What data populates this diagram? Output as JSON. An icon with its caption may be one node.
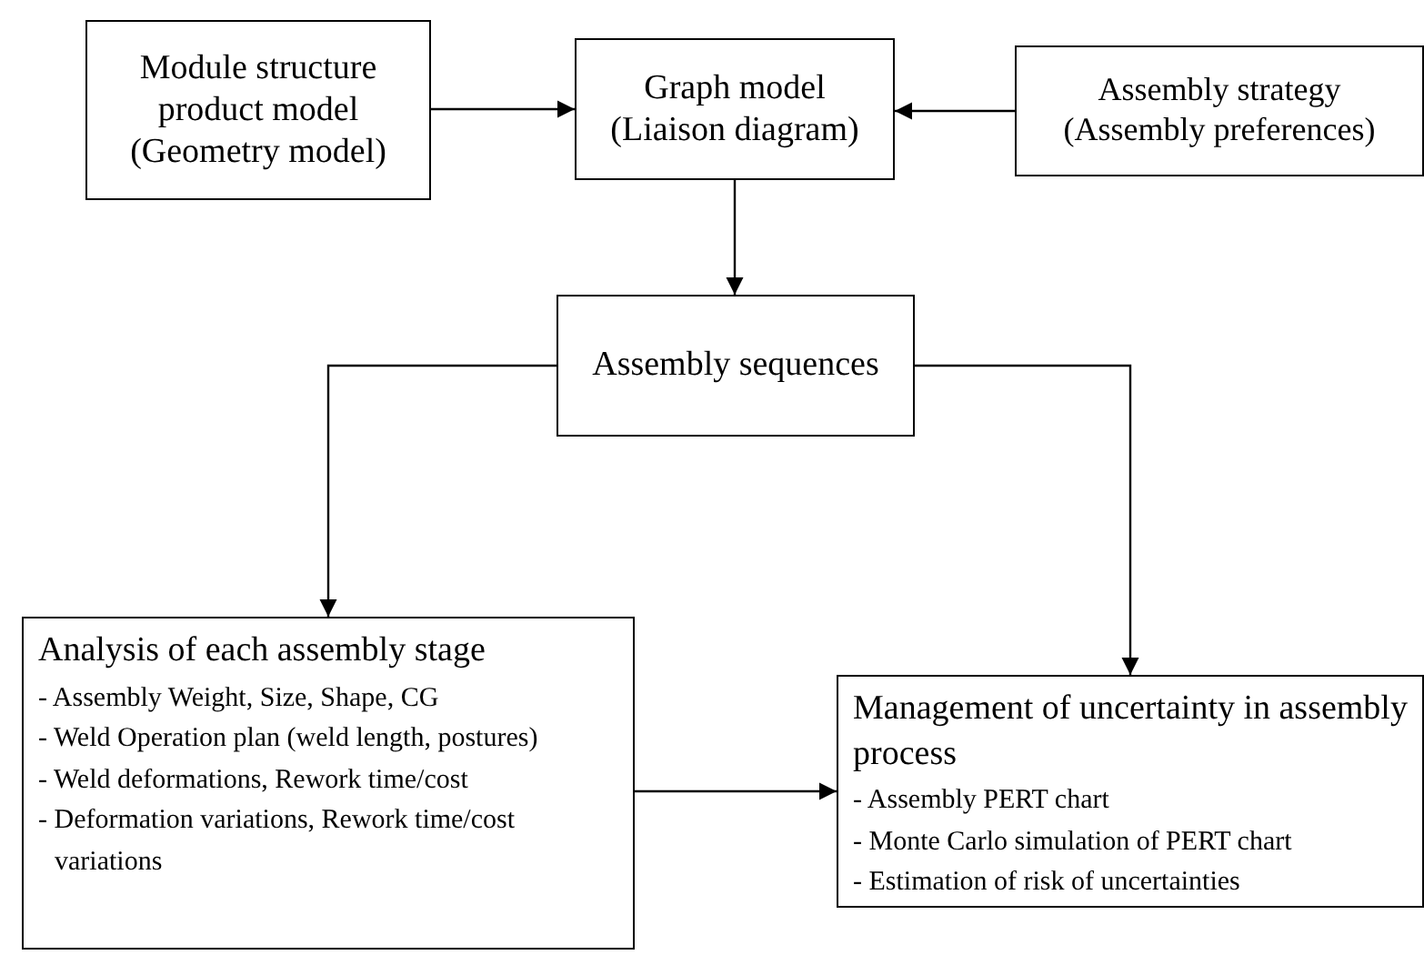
{
  "diagram": {
    "nodes": [
      {
        "text": [
          "Module structure product model (Geometry model)"
        ]
      },
      {
        "text": [
          "Graph model (Liaison diagram)"
        ]
      },
      {
        "text": [
          "Assembly strategy (Assembly preferences)"
        ]
      },
      {
        "text": [
          "Assembly sequences"
        ]
      },
      {
        "text": [
          "Analysis of each assembly stage",
          "- Assembly Weight, Size, Shape, CG",
          "- Weld Operation plan (weld length, postures)",
          "- Weld deformations, Rework time/cost",
          "- Deformation variations, Rework time/cost variations"
        ]
      },
      {
        "text": [
          "Management of uncertainty in assembly process",
          "- Assembly PERT chart",
          "- Monte Carlo simulation of PERT chart",
          "- Estimation of risk of uncertainties"
        ]
      }
    ],
    "edges": [
      {
        "from": 0,
        "to": 1,
        "arrow": "to"
      },
      {
        "from": 2,
        "to": 1,
        "arrow": "to"
      },
      {
        "from": 1,
        "to": 3,
        "arrow": "to"
      },
      {
        "from": 3,
        "to": 4,
        "arrow": "to"
      },
      {
        "from": 3,
        "to": 5,
        "arrow": "to"
      },
      {
        "from": 4,
        "to": 5,
        "arrow": "to"
      }
    ]
  }
}
